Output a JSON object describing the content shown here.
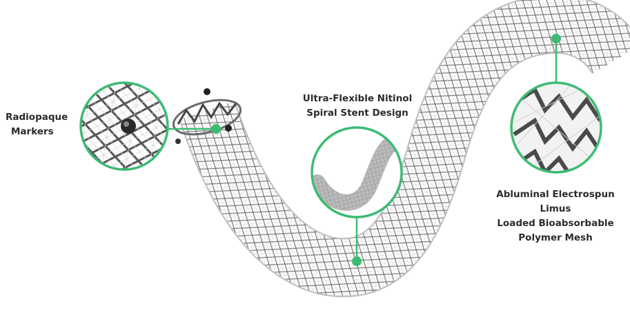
{
  "colors": {
    "accent": "#3dbb73",
    "stent_dark": "#6f6f6f",
    "stent_light": "#c9c9c9",
    "text": "#2b2b2b",
    "background": "#ffffff"
  },
  "callouts": {
    "radiopaque": {
      "line1": "Radiopaque",
      "line2": "Markers"
    },
    "nitinol": {
      "line1": "Ultra-Flexible Nitinol",
      "line2": "Spiral Stent Design"
    },
    "polymer": {
      "line1": "Abluminal Electrospun Limus",
      "line2": "Loaded Bioabsorbable",
      "line3": "Polymer Mesh"
    }
  }
}
